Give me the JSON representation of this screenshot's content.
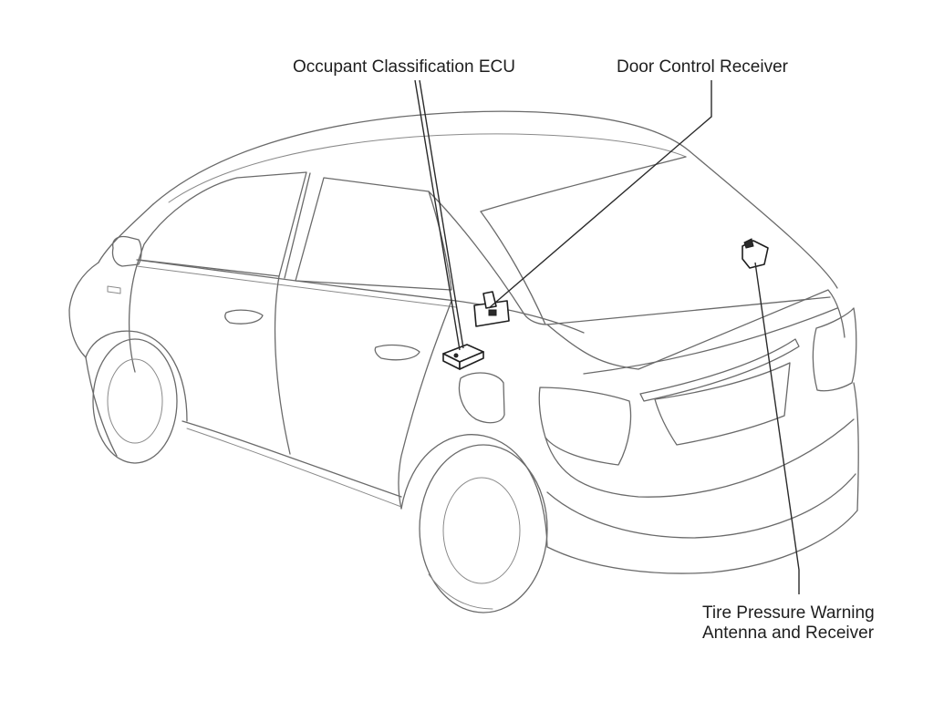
{
  "diagram": {
    "callouts": [
      {
        "id": "occupant-classification-ecu",
        "lines": [
          "Occupant Classification ECU"
        ]
      },
      {
        "id": "door-control-receiver",
        "lines": [
          "Door Control Receiver"
        ]
      },
      {
        "id": "tire-pressure-warning-antenna-and-receiver",
        "lines": [
          "Tire Pressure Warning",
          "Antenna and Receiver"
        ]
      }
    ],
    "colors": {
      "background": "#ffffff",
      "outline": "#6a6a6a",
      "leader": "#2a2a2a",
      "text": "#1e1e1e"
    }
  }
}
